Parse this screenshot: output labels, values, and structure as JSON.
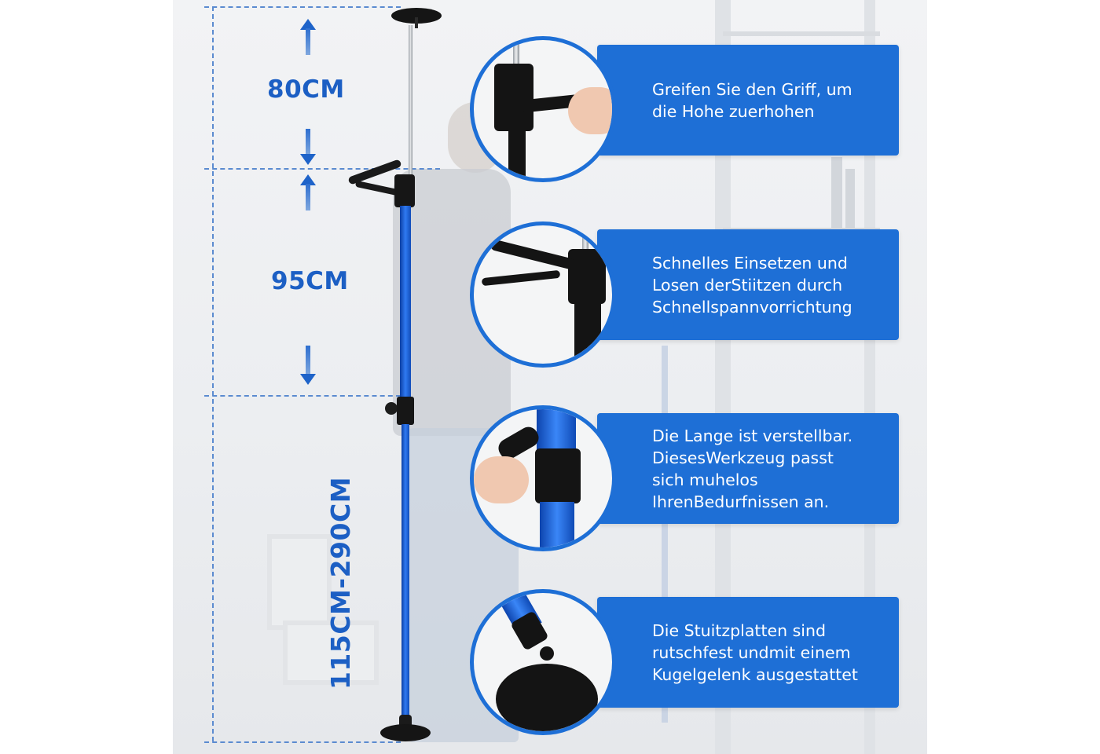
{
  "dimensions": {
    "top_extension": "80CM",
    "middle_extension": "95CM",
    "total_range": "115CM-290CM"
  },
  "features": [
    {
      "id": "grip",
      "text": "Greifen Sie den Griff, um\ndie Hohe zuerhohen",
      "icon": "handle-closeup"
    },
    {
      "id": "quick-release",
      "text": "Schnelles Einsetzen und\nLosen derStiitzen durch\nSchnellspannvorrichtung",
      "icon": "clamp-closeup"
    },
    {
      "id": "adjustable",
      "text": "Die Lange ist verstellbar.\nDiesesWerkzeug passt\nsich muhelos\nIhrenBedurfnissen an.",
      "icon": "collar-closeup"
    },
    {
      "id": "base-plate",
      "text": "Die Stuitzplatten sind\nrutschfest undmit einem\nKugelgelenk ausgestattet",
      "icon": "base-plate-closeup"
    }
  ],
  "colors": {
    "accent": "#1e6fd6",
    "label": "#1c5fc4",
    "background": "#ffffff"
  }
}
